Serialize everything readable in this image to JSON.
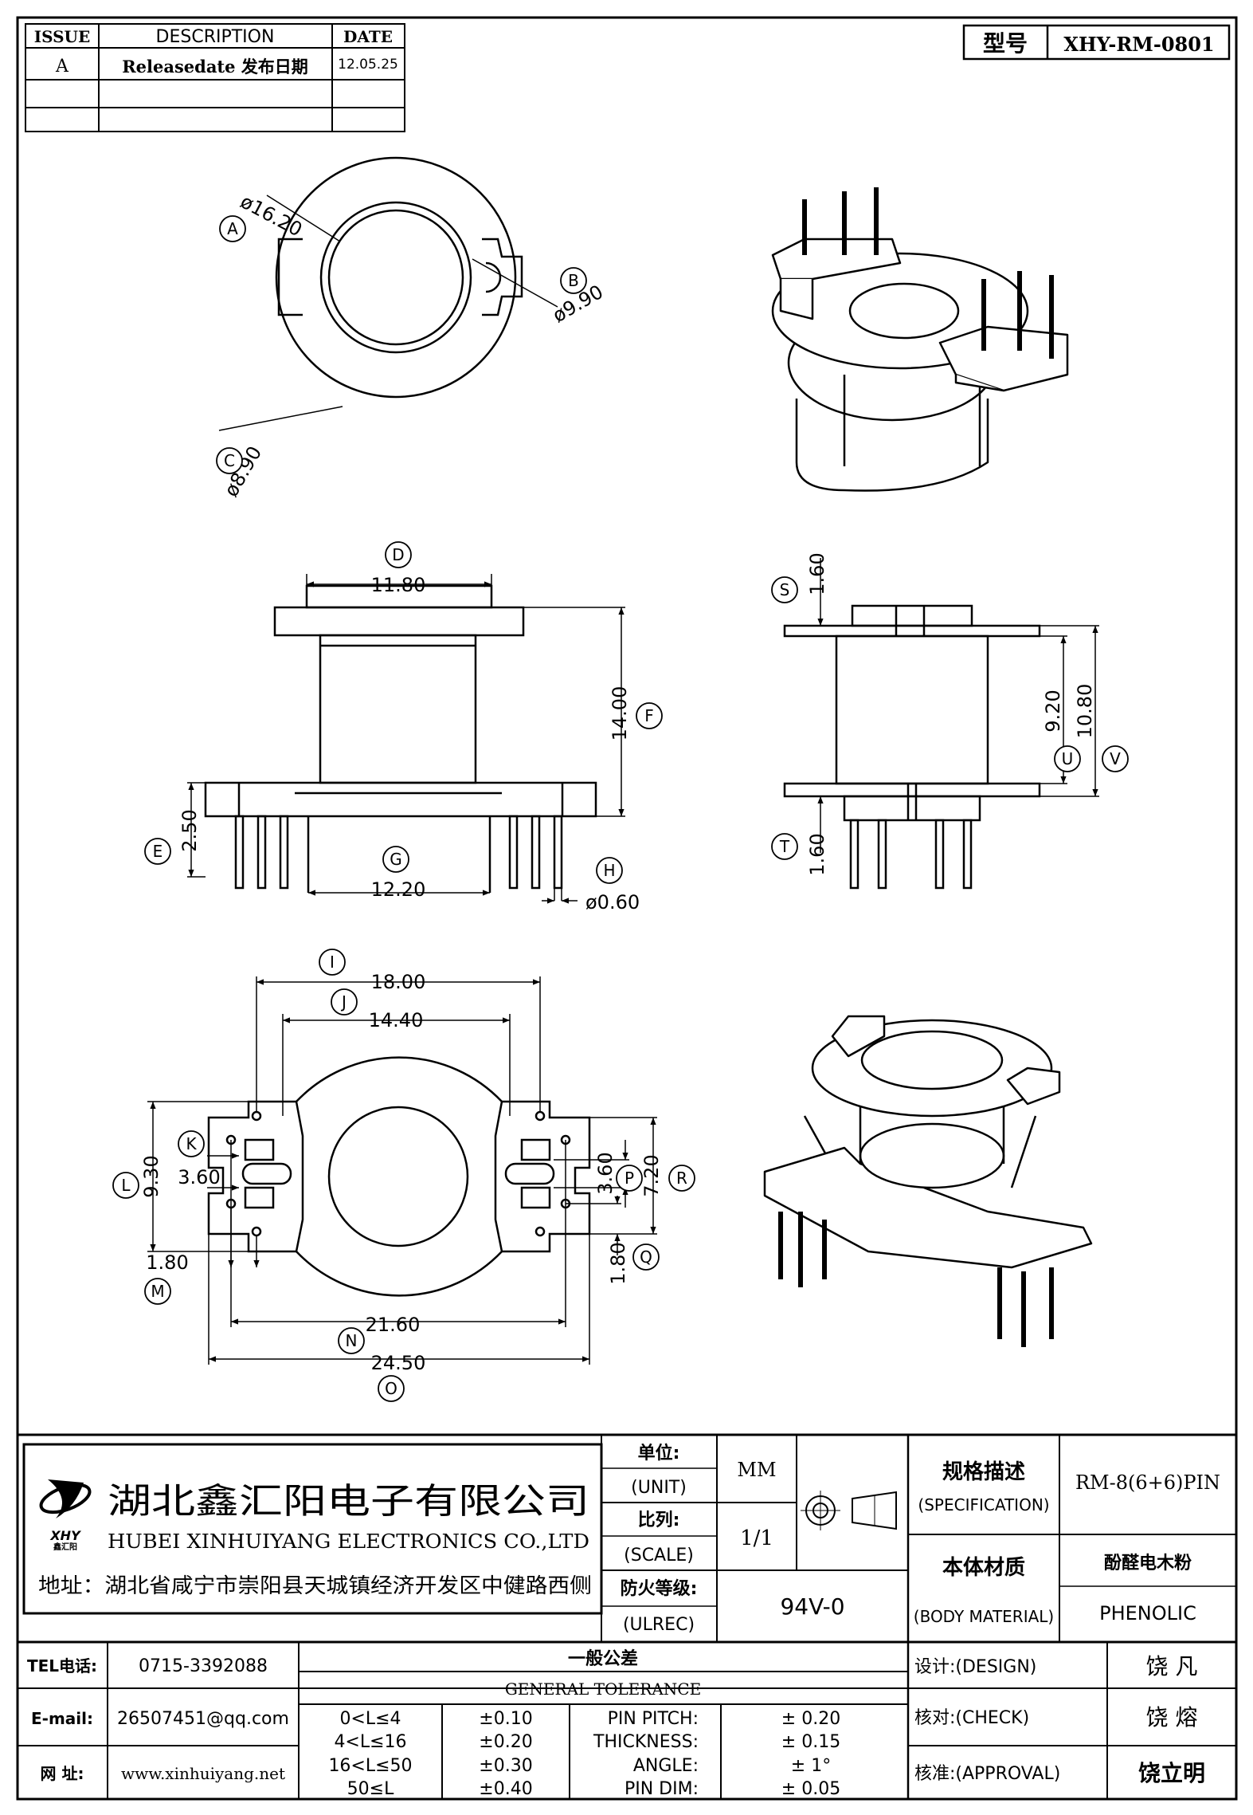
{
  "part_no_label": "型号",
  "part_no": "XHY-RM-0801",
  "revision": {
    "headers": [
      "ISSUE",
      "DESCRIPTION",
      "DATE"
    ],
    "rows": [
      {
        "issue": "A",
        "description": "Releasedate 发布日期",
        "date": "12.05.25"
      }
    ]
  },
  "dims": {
    "d1620": "ø16.20",
    "d990": "ø9.90",
    "d890": "ø8.90",
    "w1180": "11.80",
    "h1400": "14.00",
    "h250": "2.50",
    "w1220": "12.20",
    "d060": "ø0.60",
    "s160": "1.60",
    "t160": "1.60",
    "u920": "9.20",
    "v1080": "10.80",
    "i1800": "18.00",
    "j1440": "14.40",
    "l930": "9.30",
    "k360": "3.60",
    "m180": "1.80",
    "n2160": "21.60",
    "o2450": "24.50",
    "p360": "3.60",
    "r720": "7.20",
    "q180": "1.80"
  },
  "callouts": [
    "A",
    "B",
    "C",
    "D",
    "E",
    "F",
    "G",
    "H",
    "S",
    "T",
    "U",
    "V",
    "I",
    "J",
    "K",
    "L",
    "M",
    "N",
    "O",
    "P",
    "Q",
    "R"
  ],
  "company": {
    "name_cn": "湖北鑫汇阳电子有限公司",
    "name_en": "HUBEI XINHUIYANG ELECTRONICS CO.,LTD",
    "logo_text": "XHY",
    "logo_sub": "鑫汇阳",
    "address": "地址：湖北省咸宁市崇阳县天城镇经济开发区中健路西侧"
  },
  "unit": {
    "label_cn": "单位:",
    "label_en": "(UNIT)",
    "value": "MM"
  },
  "scale": {
    "label_cn": "比列:",
    "label_en": "(SCALE)",
    "value": "1/1"
  },
  "fire": {
    "label_cn": "防火等级:",
    "label_en": "(ULREC)",
    "value": "94V-0"
  },
  "spec": {
    "label_cn": "规格描述",
    "label_en": "(SPECIFICATION)",
    "value": "RM-8(6+6)PIN"
  },
  "material": {
    "label_cn": "本体材质",
    "label_en": "(BODY MATERIAL)",
    "value_cn": "酚醛电木粉",
    "value_en": "PHENOLIC"
  },
  "contact": {
    "tel_label": "TEL电话:",
    "tel": "0715-3392088",
    "email_label": "E-mail:",
    "email": "26507451@qq.com",
    "web_label": "网  址:",
    "web": "www.xinhuiyang.net"
  },
  "tolerance": {
    "title_cn": "一般公差",
    "title_en": "GENERAL TOLERANCE",
    "ranges": [
      {
        "range": "0<L≤4",
        "tol": "±0.10"
      },
      {
        "range": "4<L≤16",
        "tol": "±0.20"
      },
      {
        "range": "16<L≤50",
        "tol": "±0.30"
      },
      {
        "range": "50≤L",
        "tol": "±0.40"
      }
    ],
    "items": [
      {
        "name": "PIN PITCH:",
        "tol": "± 0.20"
      },
      {
        "name": "THICKNESS:",
        "tol": "± 0.15"
      },
      {
        "name": "ANGLE:",
        "tol": "± 1°"
      },
      {
        "name": "PIN DIM:",
        "tol": "± 0.05"
      }
    ]
  },
  "signoff": {
    "design_label": "设计:(DESIGN)",
    "design": "饶  凡",
    "check_label": "核对:(CHECK)",
    "check": "饶  熔",
    "approval_label": "核准:(APPROVAL)",
    "approval": "饶立明"
  }
}
